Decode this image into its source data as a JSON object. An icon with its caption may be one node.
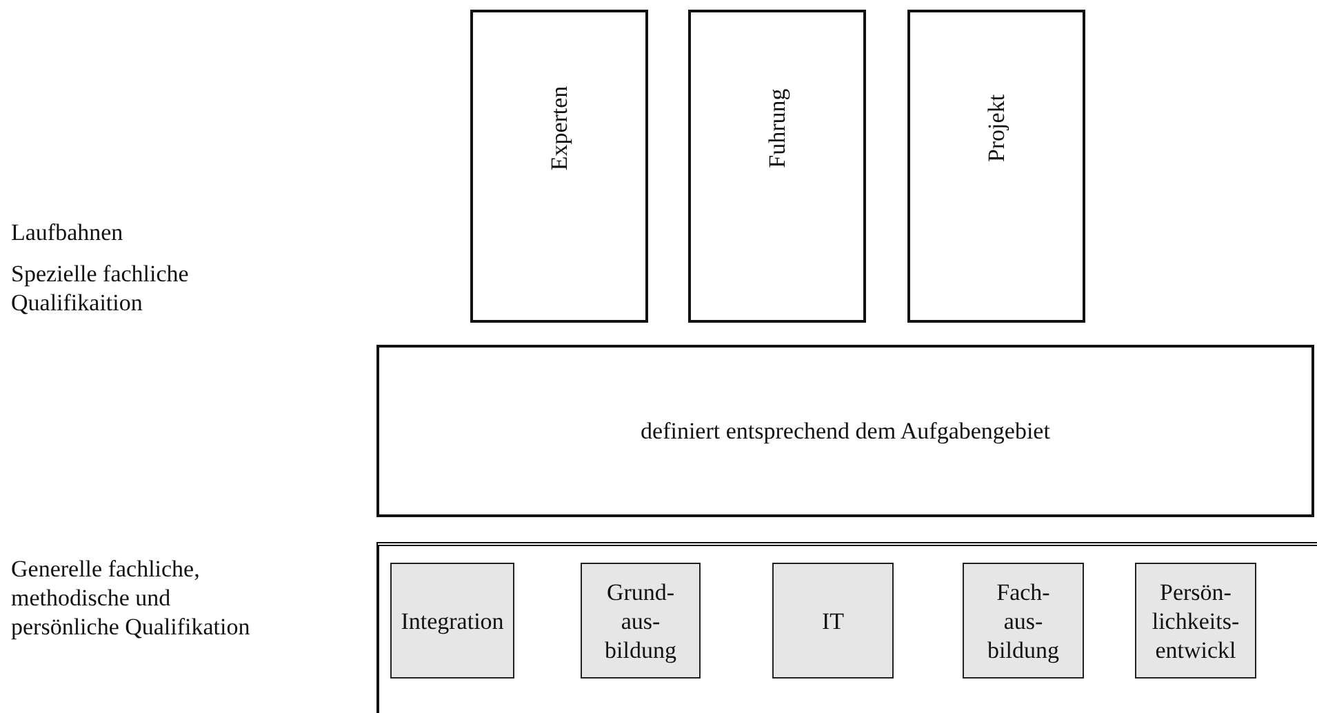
{
  "diagram": {
    "nodes": [
      {
        "text": [
          "Experten"
        ]
      },
      {
        "text": [
          "Fuhrung"
        ]
      },
      {
        "text": [
          "Projekt"
        ]
      },
      {
        "text": [
          "definiert entsprechend dem Aufgabengebiet"
        ]
      },
      {
        "text": [],
        "shape": "box"
      },
      {
        "text": [
          "Integration"
        ],
        "in": 4
      },
      {
        "text": [
          "Grund- aus- bildung"
        ],
        "in": 4
      },
      {
        "text": [
          "IT"
        ],
        "in": 4
      },
      {
        "text": [
          "Fach- aus- bildung"
        ],
        "in": 4
      },
      {
        "text": [
          "Persön- lichkeits- entwickl"
        ],
        "in": 4
      }
    ],
    "labels": [
      "Laufbahnen",
      "Spezielle fachliche Qualifikaition",
      "Generelle fachliche, methodische und persönliche Qualifikation"
    ]
  }
}
